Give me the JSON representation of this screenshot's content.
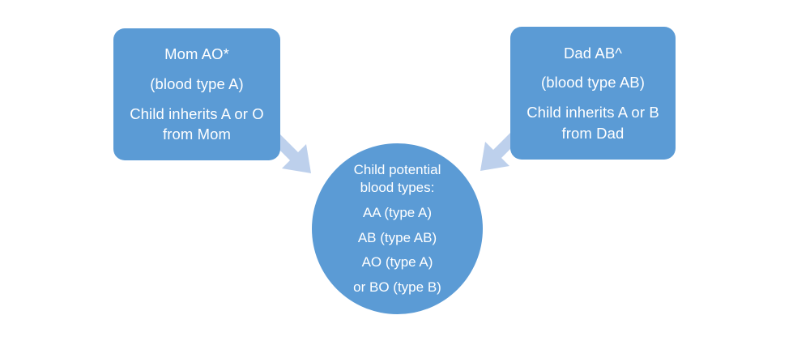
{
  "diagram": {
    "title": "Blood type inheritance Punnett-style diagram",
    "colors": {
      "node_fill": "#5B9BD5",
      "arrow_fill": "#BDD0EC",
      "text": "#FFFFFF",
      "background": "#FFFFFF"
    },
    "mom_box": {
      "lines": [
        "Mom   AO*",
        "(blood type A)",
        "Child inherits A or O from Mom"
      ],
      "heading": "Mom   AO*",
      "blood_type": "(blood type A)",
      "inheritance": "Child inherits A or O from Mom"
    },
    "dad_box": {
      "lines": [
        "Dad   AB^",
        "(blood type AB)",
        "Child inherits A or B from Dad"
      ],
      "heading": "Dad   AB^",
      "blood_type": "(blood type AB)",
      "inheritance": "Child inherits A or B from Dad"
    },
    "child_circle": {
      "heading_line1": "Child potential",
      "heading_line2": "blood types:",
      "outcomes": [
        "AA (type A)",
        "AB (type AB)",
        "AO (type A)",
        "or BO (type B)"
      ]
    },
    "arrows": [
      {
        "name": "mom-to-child-arrow",
        "direction": "down-right"
      },
      {
        "name": "dad-to-child-arrow",
        "direction": "down-left"
      }
    ]
  }
}
